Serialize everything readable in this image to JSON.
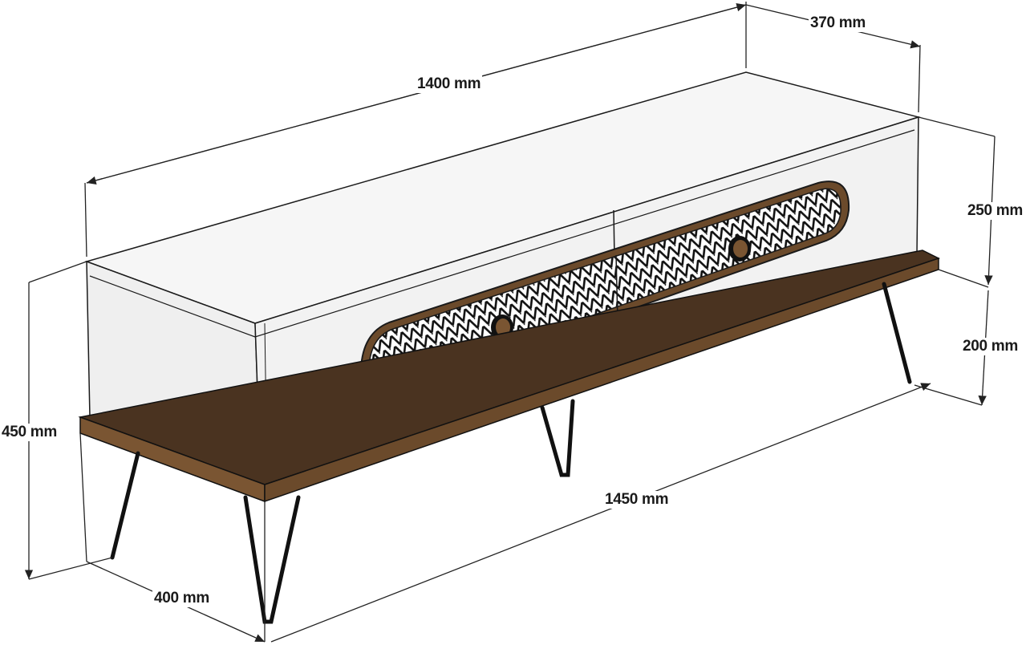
{
  "diagram": {
    "subject": "TV stand dimension drawing",
    "colors": {
      "body": "#f2f2f2",
      "body_top": "#f7f7f7",
      "outline": "#1a1a1a",
      "wood": "#6b4a2b",
      "wood_dark": "#4a3320",
      "legs": "#111111",
      "pattern_light": "#ffffff",
      "pattern_dark": "#111111"
    },
    "dimensions": {
      "total_width": "1400 mm",
      "depth_top": "370 mm",
      "cabinet_height": "250 mm",
      "leg_height": "200 mm",
      "total_height": "450 mm",
      "base_depth": "400 mm",
      "base_width": "1450 mm"
    },
    "parts": [
      "cabinet",
      "left-drawer",
      "right-drawer",
      "wooden-base",
      "hairpin-legs",
      "drawer-knobs"
    ]
  }
}
